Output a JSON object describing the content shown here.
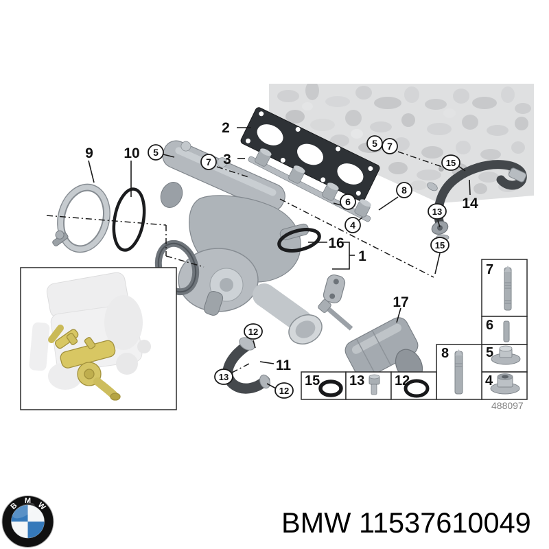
{
  "diagram": {
    "number": "488097",
    "callouts_plain": [
      {
        "label": "2"
      },
      {
        "label": "3"
      },
      {
        "label": "9"
      },
      {
        "label": "10"
      },
      {
        "label": "16"
      },
      {
        "label": "1"
      },
      {
        "label": "17"
      },
      {
        "label": "14"
      },
      {
        "label": "11"
      }
    ],
    "callouts_circled": [
      {
        "label": "5"
      },
      {
        "label": "7"
      },
      {
        "label": "5"
      },
      {
        "label": "7"
      },
      {
        "label": "15"
      },
      {
        "label": "8"
      },
      {
        "label": "6"
      },
      {
        "label": "4"
      },
      {
        "label": "13"
      },
      {
        "label": "15"
      },
      {
        "label": "12"
      },
      {
        "label": "13"
      },
      {
        "label": "12"
      }
    ],
    "legend_cells": [
      {
        "label": "7",
        "part": "long-stud-bolt"
      },
      {
        "label": "6",
        "part": "dowel-pin"
      },
      {
        "label": "5",
        "part": "collar-nut"
      },
      {
        "label": "4",
        "part": "flange-nut"
      },
      {
        "label": "8",
        "part": "stud-bolt"
      },
      {
        "label": "15",
        "part": "o-ring-small"
      },
      {
        "label": "13",
        "part": "hex-socket-bolt"
      },
      {
        "label": "12",
        "part": "o-ring-large"
      }
    ]
  },
  "footer": {
    "caption": "BMW 11537610049",
    "logo_letters": [
      "B",
      "M",
      "W"
    ]
  },
  "colors": {
    "highlight_part": "#d8c763",
    "logo_blue": "#3579ba",
    "hose_dark": "#43474b",
    "diagram_number_gray": "#808080"
  }
}
